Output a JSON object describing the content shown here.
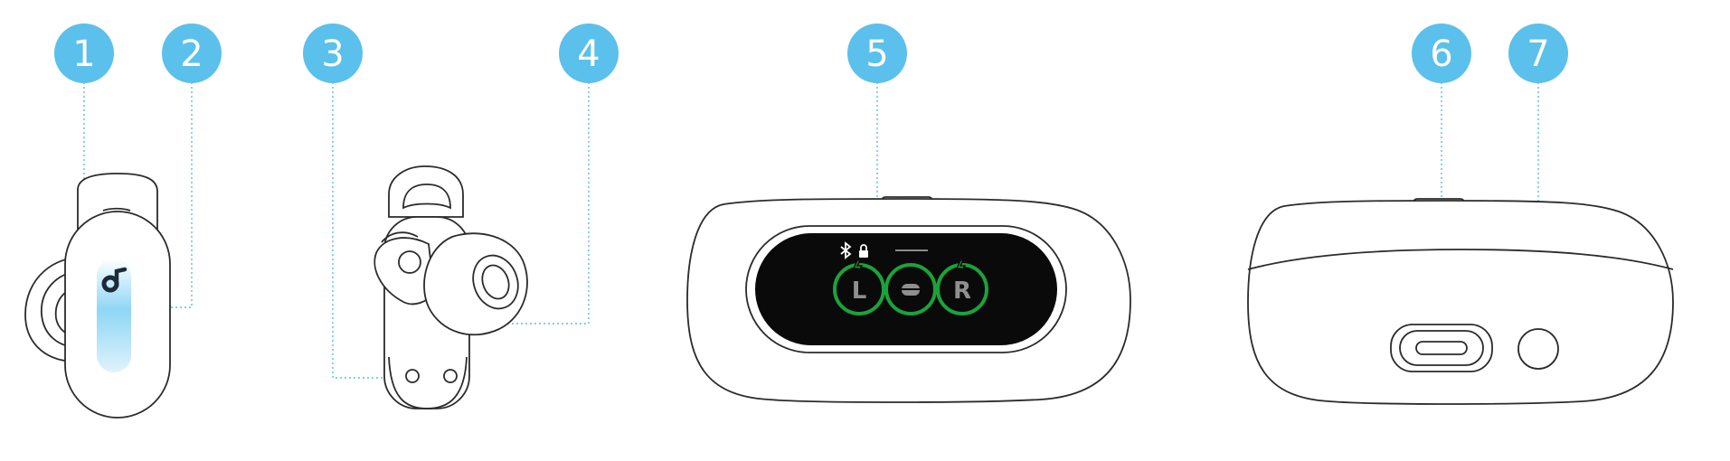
{
  "callouts": [
    {
      "number": "1"
    },
    {
      "number": "2"
    },
    {
      "number": "3"
    },
    {
      "number": "4"
    },
    {
      "number": "5"
    },
    {
      "number": "6"
    },
    {
      "number": "7"
    }
  ],
  "display": {
    "left_label": "L",
    "right_label": "R"
  },
  "colors": {
    "callout_badge": "#5bc0eb",
    "leader_line": "#57bde8",
    "charge_ring": "#1aa33a",
    "screen": "#0a0a0a",
    "light_bar": "#8fd6f5"
  },
  "icons": [
    "bluetooth-icon",
    "lock-icon",
    "charging-bolt-icon",
    "case-icon",
    "usb-c-port",
    "pairing-button"
  ]
}
